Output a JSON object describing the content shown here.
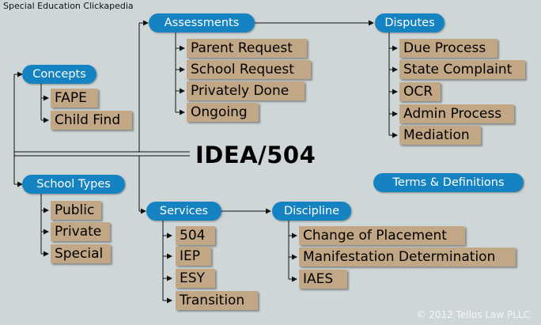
{
  "page_title": "Special Education Clickapedia",
  "center_label": "IDEA/504",
  "copyright": "© 2012 Tellos Law PLLC",
  "colors": {
    "pill": "#1583c2",
    "box": "#c2a786",
    "background": "#cfd6d7"
  },
  "topics": {
    "assessments": {
      "label": "Assessments",
      "items": [
        "Parent Request",
        "School Request",
        "Privately Done",
        "Ongoing"
      ]
    },
    "disputes": {
      "label": "Disputes",
      "items": [
        "Due Process",
        "State Complaint",
        "OCR",
        "Admin Process",
        "Mediation"
      ]
    },
    "concepts": {
      "label": "Concepts",
      "items": [
        "FAPE",
        "Child Find"
      ]
    },
    "school_types": {
      "label": "School Types",
      "items": [
        "Public",
        "Private",
        "Special"
      ]
    },
    "services": {
      "label": "Services",
      "items": [
        "504",
        "IEP",
        "ESY",
        "Transition"
      ]
    },
    "discipline": {
      "label": "Discipline",
      "items": [
        "Change of Placement",
        "Manifestation Determination",
        "IAES"
      ]
    },
    "terms": {
      "label": "Terms & Definitions"
    }
  }
}
